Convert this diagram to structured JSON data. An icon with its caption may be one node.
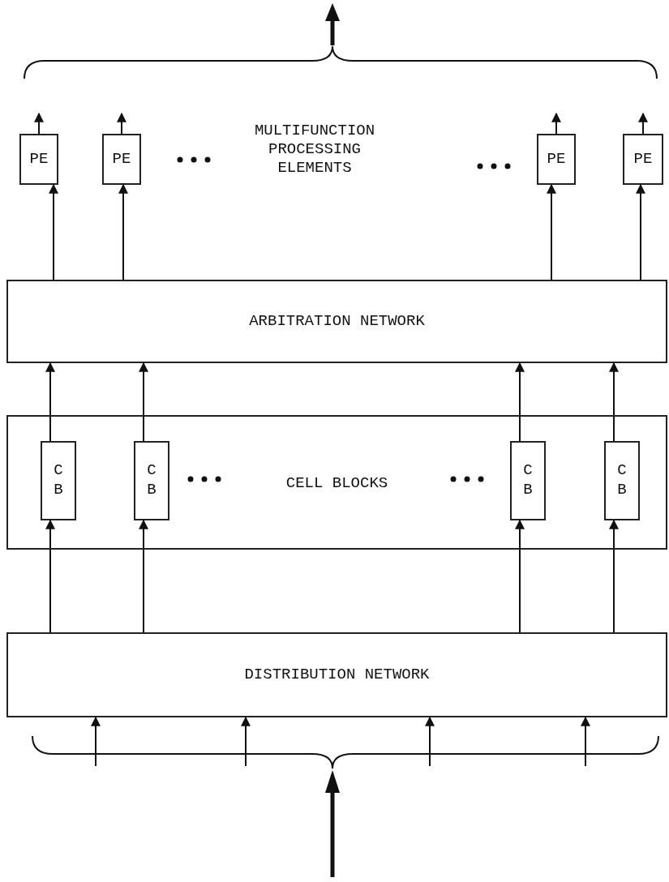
{
  "diagram": {
    "nodes": [
      {
        "text": [
          "PE"
        ]
      },
      {
        "text": [
          "PE"
        ]
      },
      {
        "text": [
          "PE"
        ]
      },
      {
        "text": [
          "PE"
        ]
      },
      {
        "text": [
          "ARBITRATION NETWORK"
        ]
      },
      {
        "text": [
          "CELL BLOCKS"
        ]
      },
      {
        "text": [
          "C B"
        ],
        "in": 5
      },
      {
        "text": [
          "C B"
        ],
        "in": 5
      },
      {
        "text": [
          "C B"
        ],
        "in": 5
      },
      {
        "text": [
          "C B"
        ],
        "in": 5
      },
      {
        "text": [
          "DISTRIBUTION NETWORK"
        ]
      }
    ],
    "edges": [
      {
        "from": 0,
        "to": null,
        "arrow": "to"
      },
      {
        "from": 1,
        "to": null,
        "arrow": "to"
      },
      {
        "from": 2,
        "to": null,
        "arrow": "to"
      },
      {
        "from": 3,
        "to": null,
        "arrow": "to"
      },
      {
        "from": 4,
        "to": 0,
        "arrow": "to"
      },
      {
        "from": 4,
        "to": 1,
        "arrow": "to"
      },
      {
        "from": 4,
        "to": 2,
        "arrow": "to"
      },
      {
        "from": 4,
        "to": 3,
        "arrow": "to"
      },
      {
        "from": 6,
        "to": 4,
        "arrow": "to"
      },
      {
        "from": 7,
        "to": 4,
        "arrow": "to"
      },
      {
        "from": 8,
        "to": 4,
        "arrow": "to"
      },
      {
        "from": 9,
        "to": 4,
        "arrow": "to"
      },
      {
        "from": 10,
        "to": 6,
        "arrow": "to"
      },
      {
        "from": 10,
        "to": 7,
        "arrow": "to"
      },
      {
        "from": 10,
        "to": 8,
        "arrow": "to"
      },
      {
        "from": 10,
        "to": 9,
        "arrow": "to"
      },
      {
        "from": null,
        "to": 10,
        "arrow": "to"
      },
      {
        "from": null,
        "to": 10,
        "arrow": "to"
      },
      {
        "from": null,
        "to": 10,
        "arrow": "to"
      },
      {
        "from": null,
        "to": 10,
        "arrow": "to"
      }
    ],
    "labels": [
      "MULTIFUNCTION PROCESSING ELEMENTS"
    ]
  }
}
